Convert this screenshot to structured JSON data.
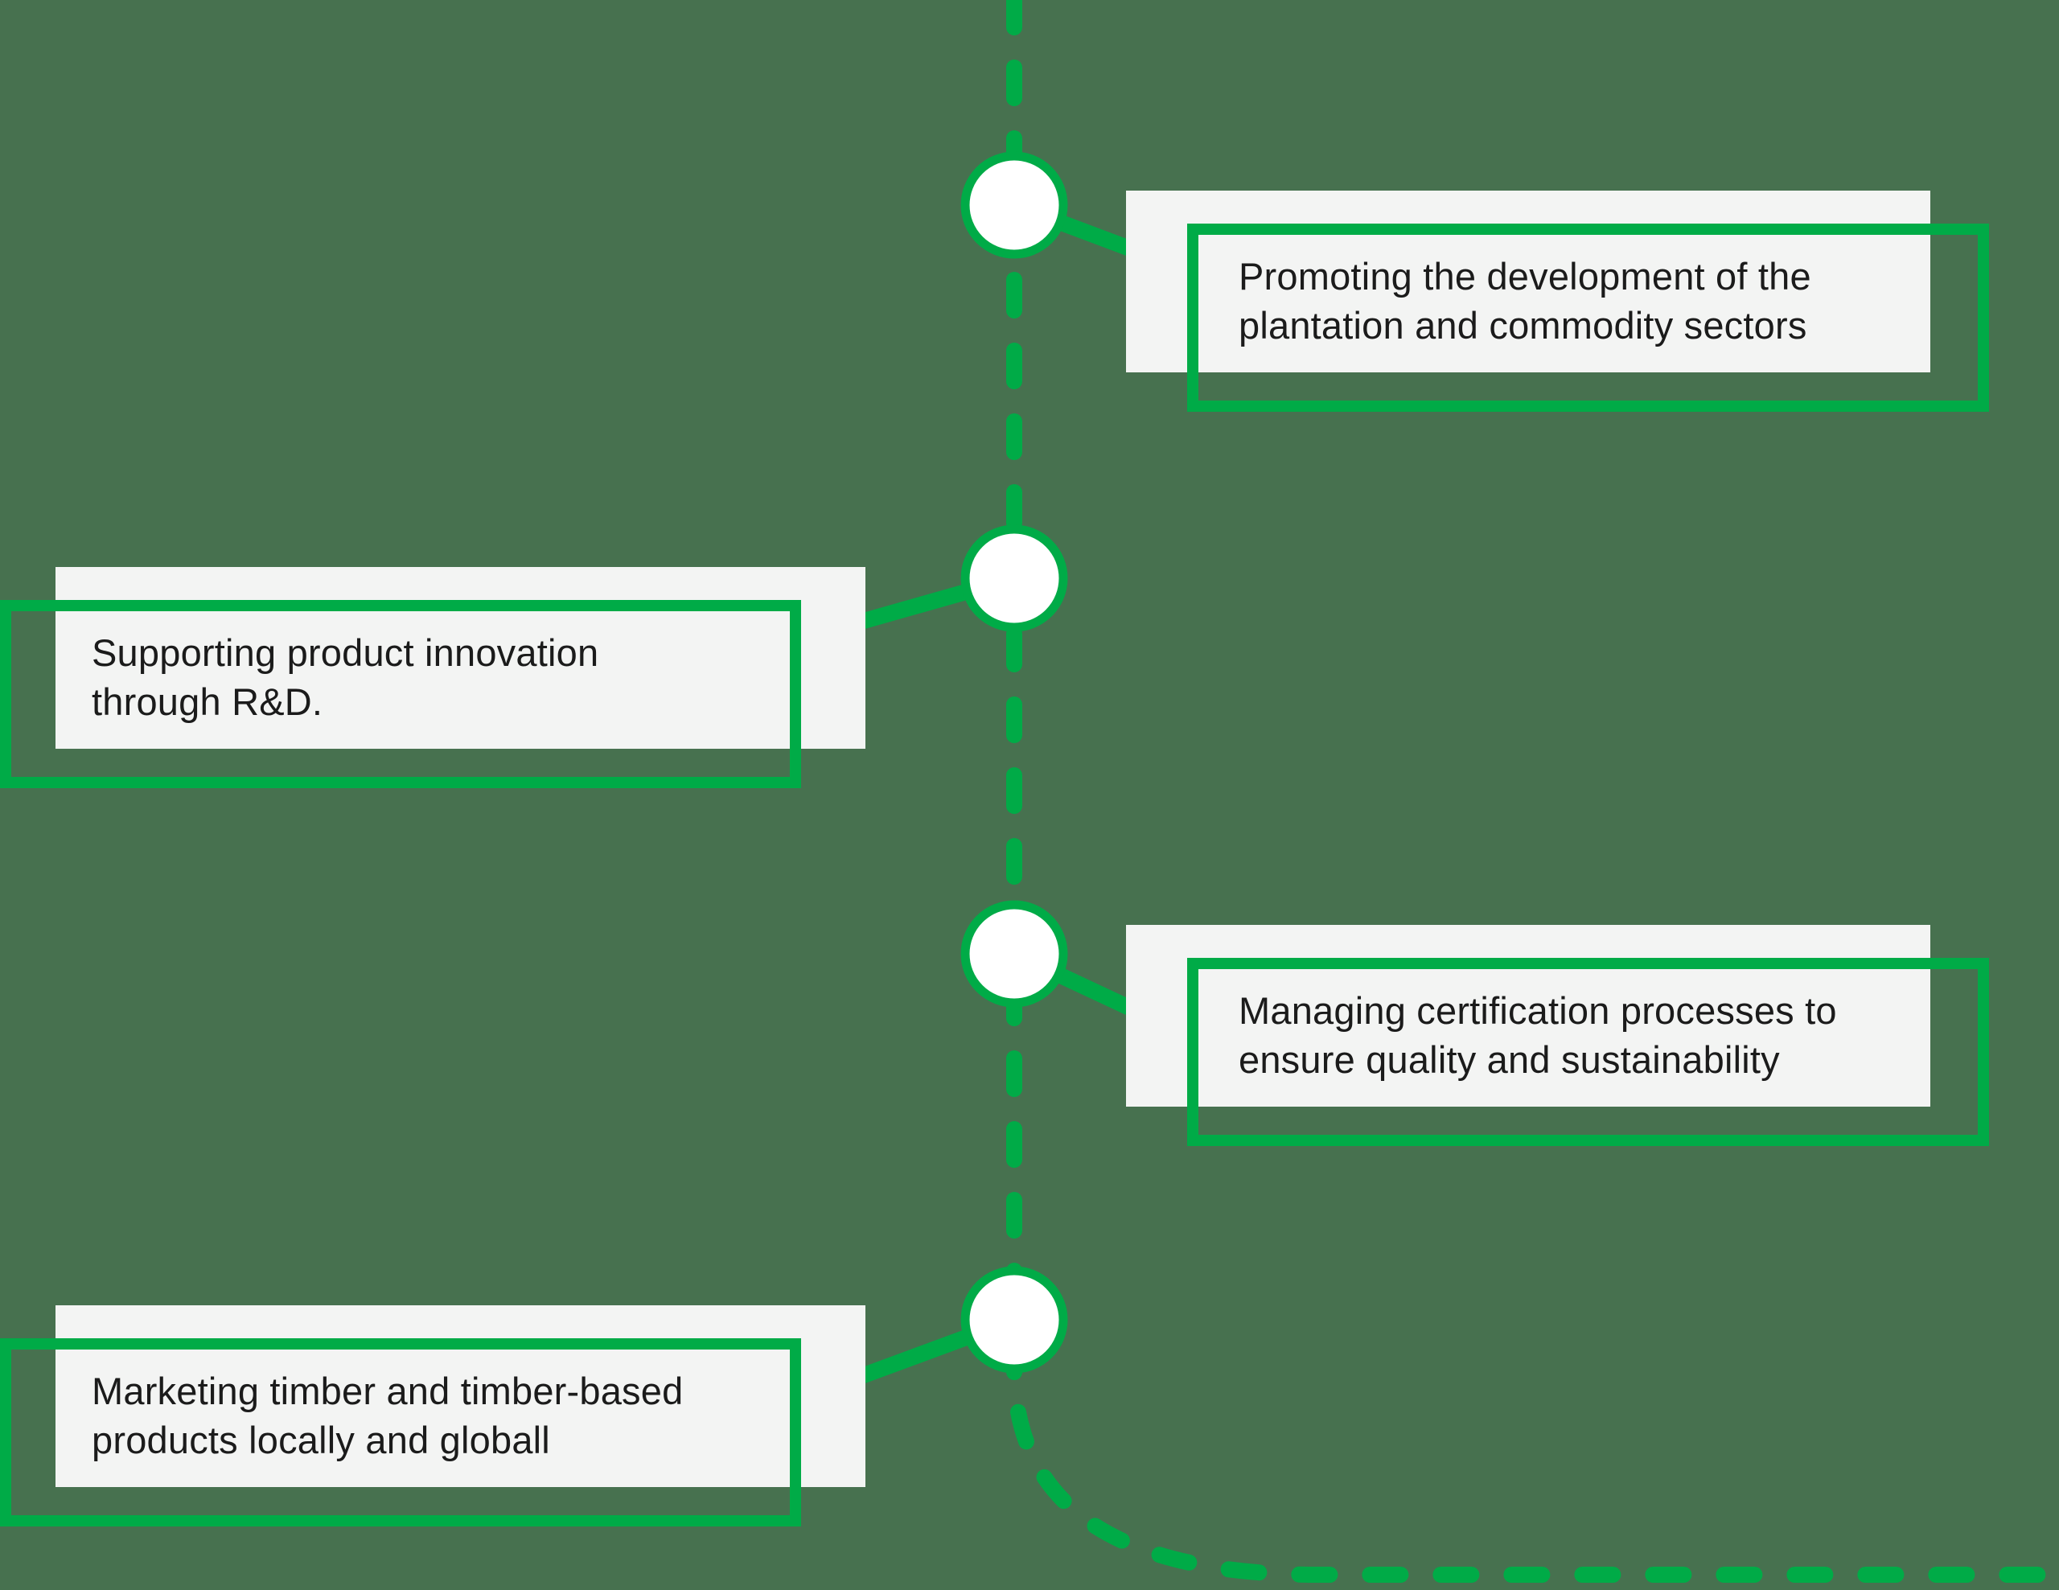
{
  "colors": {
    "background": "#47714F",
    "accent_green": "#00AB47",
    "card_background": "#F3F4F3",
    "text": "#1B1B1B",
    "node_fill": "#FFFFFF"
  },
  "timeline": {
    "items": [
      {
        "side": "right",
        "lines": [
          "Promoting the development of the",
          "plantation and commodity sectors"
        ],
        "text": "Promoting the development of the plantation and commodity sectors"
      },
      {
        "side": "left",
        "lines": [
          "Supporting product innovation",
          "through R&D."
        ],
        "text": "Supporting product innovation through R&D."
      },
      {
        "side": "right",
        "lines": [
          "Managing certification processes to",
          "ensure quality and sustainability"
        ],
        "text": "Managing certification processes to ensure quality and sustainability"
      },
      {
        "side": "left",
        "lines": [
          "Marketing timber and timber-based",
          "products locally and globall"
        ],
        "text": "Marketing timber and timber-based products locally and globall"
      }
    ]
  }
}
